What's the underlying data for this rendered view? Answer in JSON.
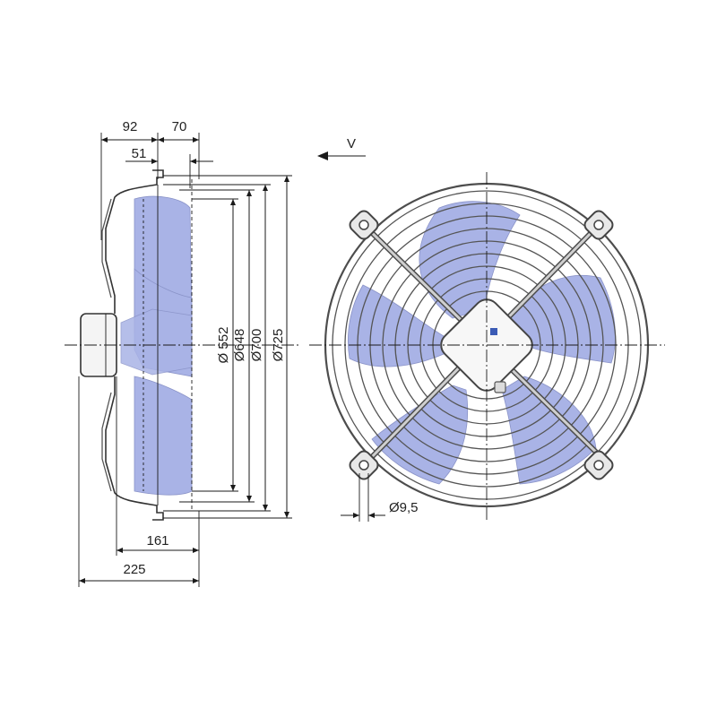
{
  "side_view": {
    "dim_92": "92",
    "dim_70": "70",
    "dim_51": "51",
    "dim_161": "161",
    "dim_225": "225",
    "dia_552": "Ø 552",
    "dia_648": "Ø648",
    "dia_700": "Ø700",
    "dia_725": "Ø725"
  },
  "front_view": {
    "airflow_label": "V",
    "hole_dia": "Ø9,5"
  },
  "colors": {
    "blade": "#a9b3e6",
    "guard": "#4d4d4d",
    "line": "#1a1a1a"
  }
}
